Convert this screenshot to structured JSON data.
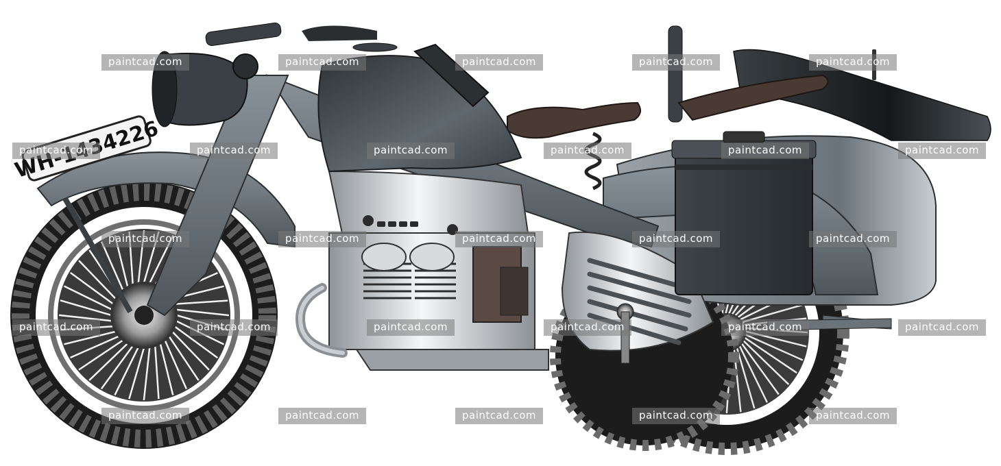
{
  "image": {
    "subject": "motorcycle-with-sidecar",
    "plate_text": "WH-1434226",
    "colors": {
      "body_gray": "#6a737a",
      "dark_gray": "#3a4045",
      "chrome_light": "#e6e8ea",
      "tire_black": "#1c1c1c",
      "seat_brown": "#4a3a34",
      "background": "#ffffff"
    }
  },
  "watermark": {
    "text": "paintcad.com"
  }
}
